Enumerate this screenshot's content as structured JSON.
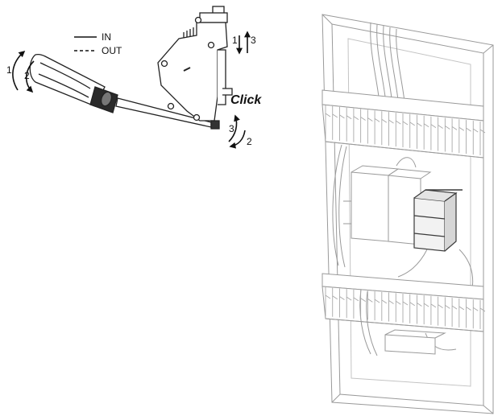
{
  "legend": {
    "in_label": "IN",
    "out_label": "OUT"
  },
  "left_diagram": {
    "click_label": "Click",
    "screwdriver_steps": [
      "1",
      "2"
    ],
    "module_steps": [
      "1",
      "3"
    ],
    "latch_steps": [
      "3",
      "2"
    ]
  },
  "colors": {
    "line": "#222222",
    "cabinet_line": "#9a9a9a",
    "accent_dark": "#3a3a3a"
  }
}
